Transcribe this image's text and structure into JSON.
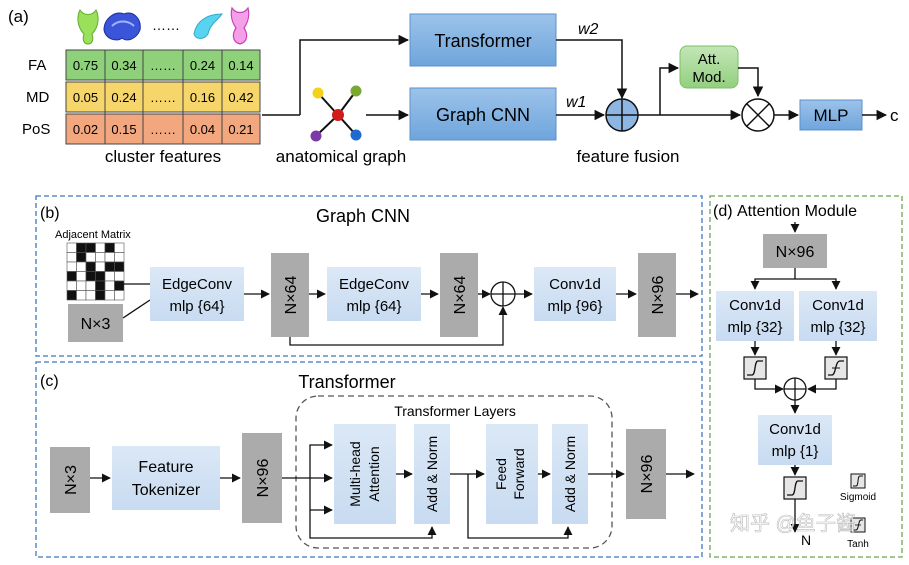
{
  "panel_a": {
    "label": "(a)",
    "rows": [
      "FA",
      "MD",
      "PoS"
    ],
    "table": [
      [
        "0.75",
        "0.34",
        "……",
        "0.24",
        "0.14"
      ],
      [
        "0.05",
        "0.24",
        "……",
        "0.16",
        "0.42"
      ],
      [
        "0.02",
        "0.15",
        "……",
        "0.04",
        "0.21"
      ]
    ],
    "dots": "……",
    "cluster_features": "cluster features",
    "anatomical_graph": "anatomical graph",
    "transformer": "Transformer",
    "graph_cnn": "Graph CNN",
    "w2": "w2",
    "w1": "w1",
    "feature_fusion": "feature fusion",
    "att_mod_line1": "Att.",
    "att_mod_line2": "Mod.",
    "mlp": "MLP",
    "output": "c"
  },
  "panel_b": {
    "label": "(b)",
    "title": "Graph CNN",
    "adjacent_matrix": "Adjacent Matrix",
    "nx3": "N×3",
    "edgeconv1_l1": "EdgeConv",
    "edgeconv1_l2": "mlp {64}",
    "nx64_a": "N×64",
    "edgeconv2_l1": "EdgeConv",
    "edgeconv2_l2": "mlp {64}",
    "nx64_b": "N×64",
    "conv1d_l1": "Conv1d",
    "conv1d_l2": "mlp {96}",
    "nx96": "N×96"
  },
  "panel_c": {
    "label": "(c)",
    "title": "Transformer",
    "transformer_layers": "Transformer Layers",
    "nx3": "N×3",
    "tokenizer_l1": "Feature",
    "tokenizer_l2": "Tokenizer",
    "nx96_a": "N×96",
    "mha_l1": "Multi-head",
    "mha_l2": "Attention",
    "add_norm_1": "Add & Norm",
    "ff_l1": "Feed",
    "ff_l2": "Forward",
    "add_norm_2": "Add & Norm",
    "nx96_b": "N×96"
  },
  "panel_d": {
    "label": "(d)",
    "title": "Attention Module",
    "nx96": "N×96",
    "conv_left_l1": "Conv1d",
    "conv_left_l2": "mlp {32}",
    "conv_right_l1": "Conv1d",
    "conv_right_l2": "mlp {32}",
    "conv_out_l1": "Conv1d",
    "conv_out_l2": "mlp {1}",
    "output": "N",
    "legend_sigmoid": "Sigmoid",
    "legend_tanh": "Tanh"
  },
  "watermark": "知乎 @鱼子酱",
  "colors": {
    "blue_box": "#c9dcf1",
    "blue_box_dark": "#a9c7ea",
    "gray_box": "#ababab",
    "green_row": "#8fd07a",
    "yellow_row": "#f6d66a",
    "orange_row": "#f2a77e",
    "att_green": "#a8d89a",
    "panel_blue_border": "#3d78c0",
    "panel_green_border": "#6aa84f"
  }
}
